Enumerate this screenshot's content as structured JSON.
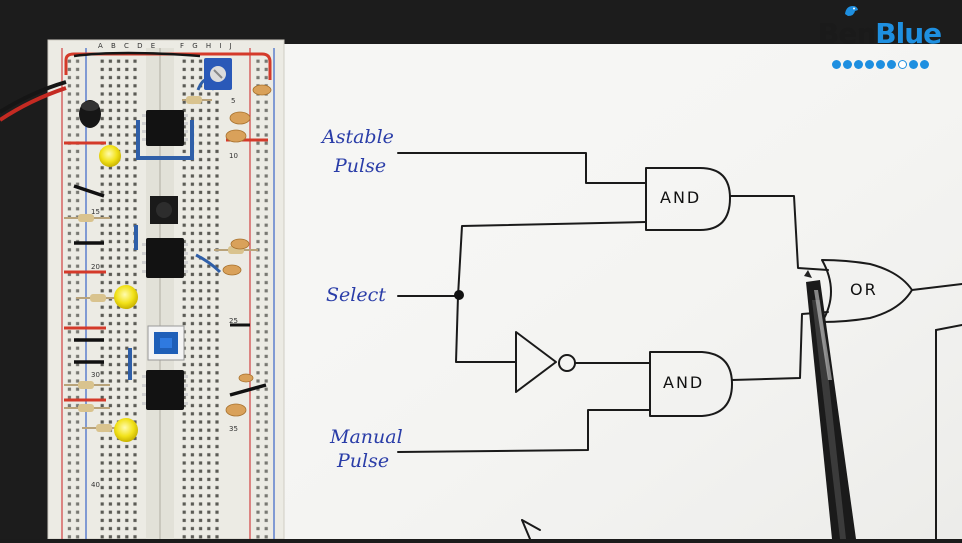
{
  "logo": {
    "word_ben": "Ben",
    "word_blue": "Blue",
    "icon": "bird-icon"
  },
  "breadboard": {
    "column_letters_left": "A B C D E",
    "column_letters_right": "F G H I J",
    "row_numbers": [
      "5",
      "10",
      "15",
      "20",
      "25",
      "30",
      "35",
      "40"
    ]
  },
  "diagram": {
    "inputs": {
      "astable_line1": "Astable",
      "astable_line2": "Pulse",
      "select": "Select",
      "manual_line1": "Manual",
      "manual_line2": "Pulse"
    },
    "gates": {
      "and_top": "AND",
      "and_bottom": "AND",
      "or": "OR"
    }
  },
  "colors": {
    "paper": "#f6f6f4",
    "ink_label": "#2a3da8",
    "logo_blue": "#1e8fe0",
    "breadboard": "#ecebe4",
    "led": "#f2e21a"
  }
}
